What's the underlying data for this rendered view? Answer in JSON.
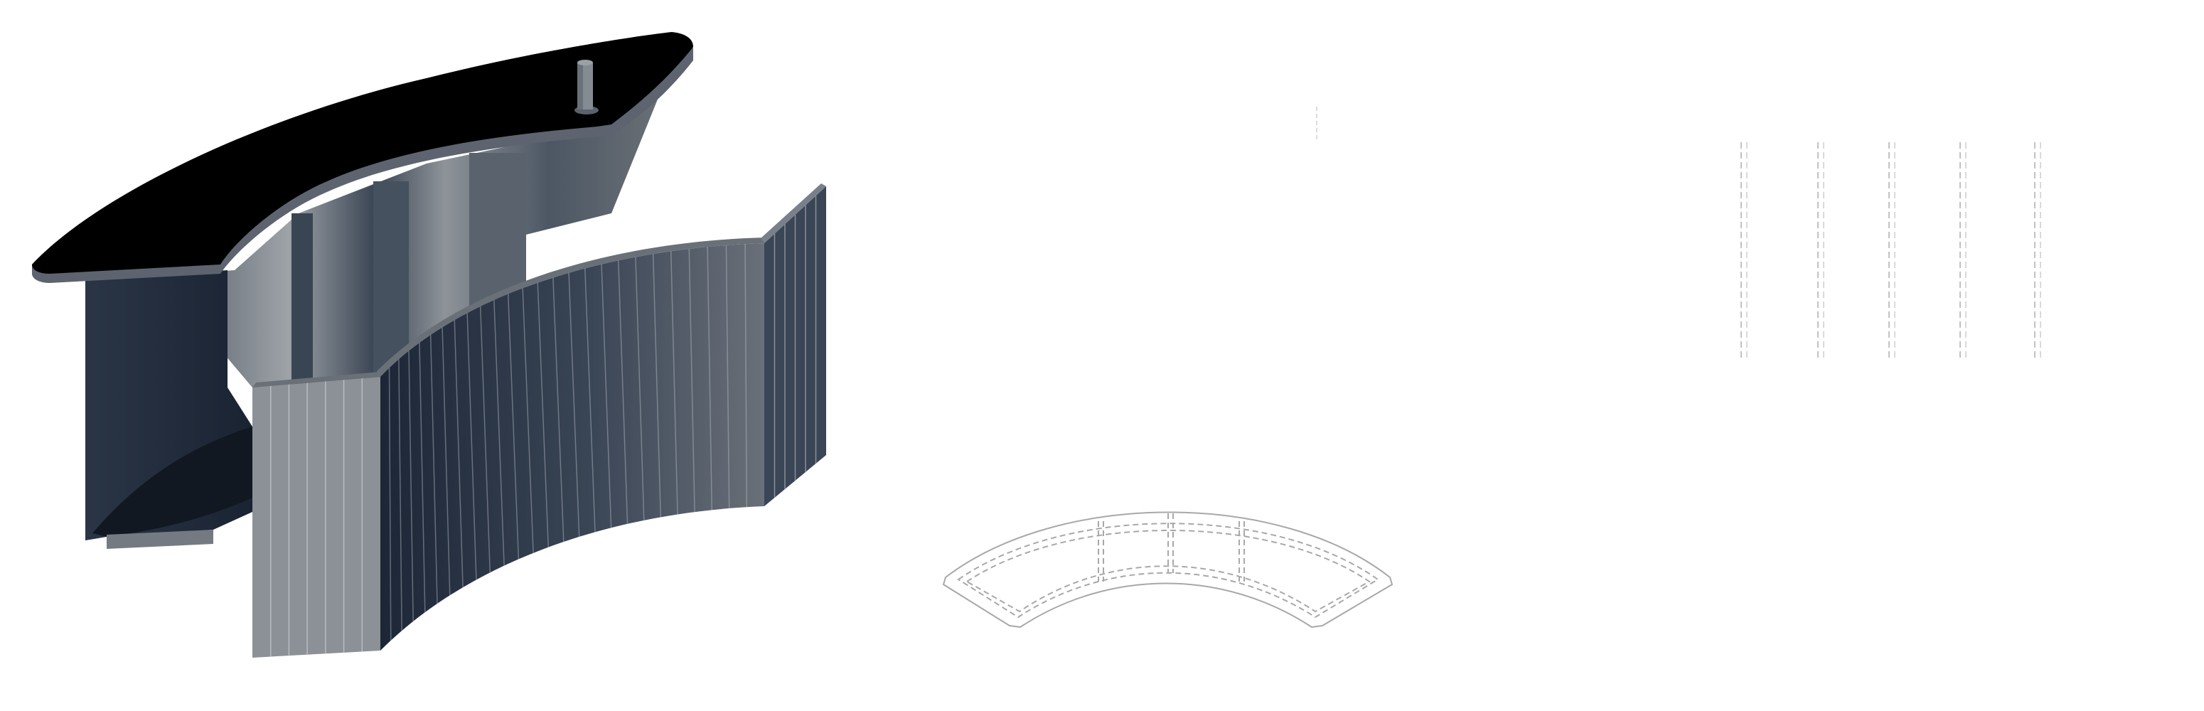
{
  "figure": {
    "views": [
      {
        "id": "isometric",
        "kind": "shaded-3d"
      },
      {
        "id": "top-plan",
        "kind": "dashed-outline"
      },
      {
        "id": "front-elevation",
        "kind": "dashed-lines"
      }
    ],
    "colors": {
      "background": "#ffffff",
      "counter_top": "#000000",
      "top_edge": "#5d6470",
      "panel_dark": "#1c2636",
      "panel_mid": "#2f3b4c",
      "panel_light": "#8e9399",
      "panel_lightest": "#9ea3a8",
      "inner_wall": "#6b7076",
      "slat_line": "#b9bec4",
      "outline": "#a8a8a8"
    },
    "front_elevation_line_count": 5,
    "front_panel_slat_count": 26
  }
}
